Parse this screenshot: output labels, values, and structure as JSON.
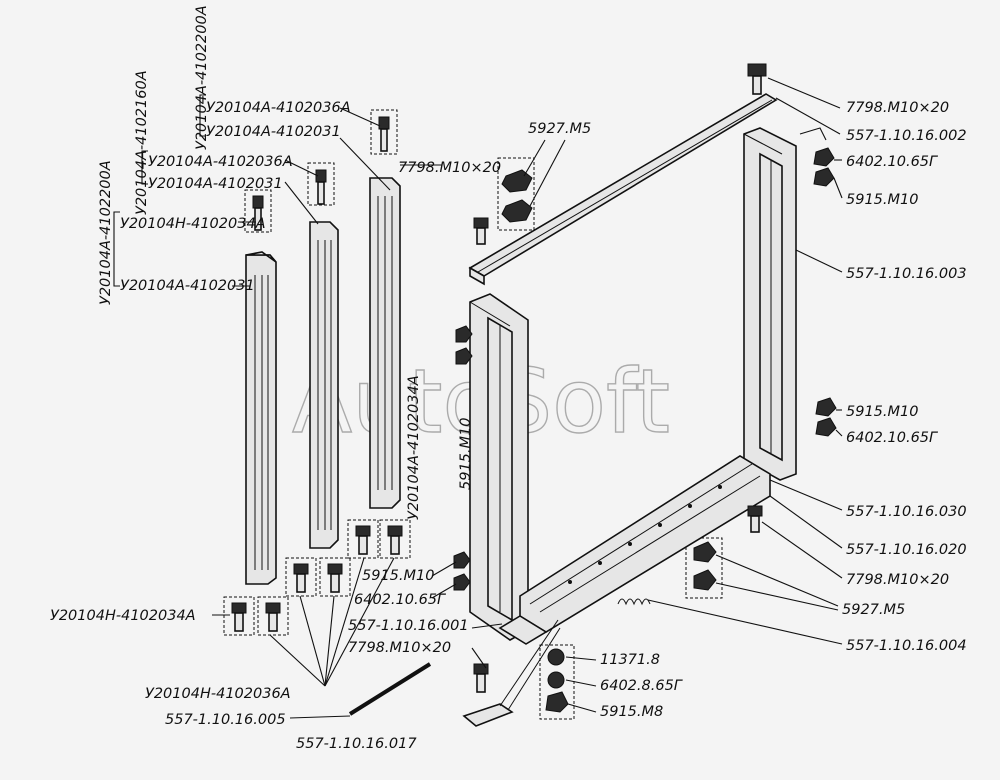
{
  "watermark": "AutoSoft",
  "labels": {
    "left_vert_1": "У20104А-4102200А",
    "left_vert_2": "У20104А-4102160А",
    "left_vert_3": "У20104А-4102200А",
    "top_a1": "У20104А-4102036А",
    "top_a2": "У20104А-4102031",
    "mid_a1": "У20104А-4102036А",
    "mid_a2": "У20104А-4102031",
    "low_a1": "У20104Н-4102034А",
    "low_a2": "У20104А-4102031",
    "center_vert": "У20104А-4102034А",
    "bolt_top_mid": "7798.М10×20",
    "nuts_m5_top": "5927.М5",
    "bottom_left": "У20104Н-4102034А",
    "screw_group": "У20104Н-4102036А",
    "rod": "557-1.10.16.005",
    "stay": "557-1.10.16.017",
    "nut_low": "5915.М10",
    "washer_low": "6402.10.65Г",
    "side_001": "557-1.10.16.001",
    "bolt_low": "7798.М10×20",
    "side_vert": "5915.М10",
    "r_bolt": "7798.М10×20",
    "r_002": "557-1.10.16.002",
    "r_washer": "6402.10.65Г",
    "r_nut": "5915.М10",
    "r_003": "557-1.10.16.003",
    "r_nut2": "5915.М10",
    "r_washer2": "6402.10.65Г",
    "r_030": "557-1.10.16.030",
    "r_020": "557-1.10.16.020",
    "r_bolt2": "7798.М10×20",
    "r_m5": "5927.М5",
    "r_004": "557-1.10.16.004",
    "b_11371": "11371.8",
    "b_washer": "6402.8.65Г",
    "b_nut": "5915.М8"
  }
}
